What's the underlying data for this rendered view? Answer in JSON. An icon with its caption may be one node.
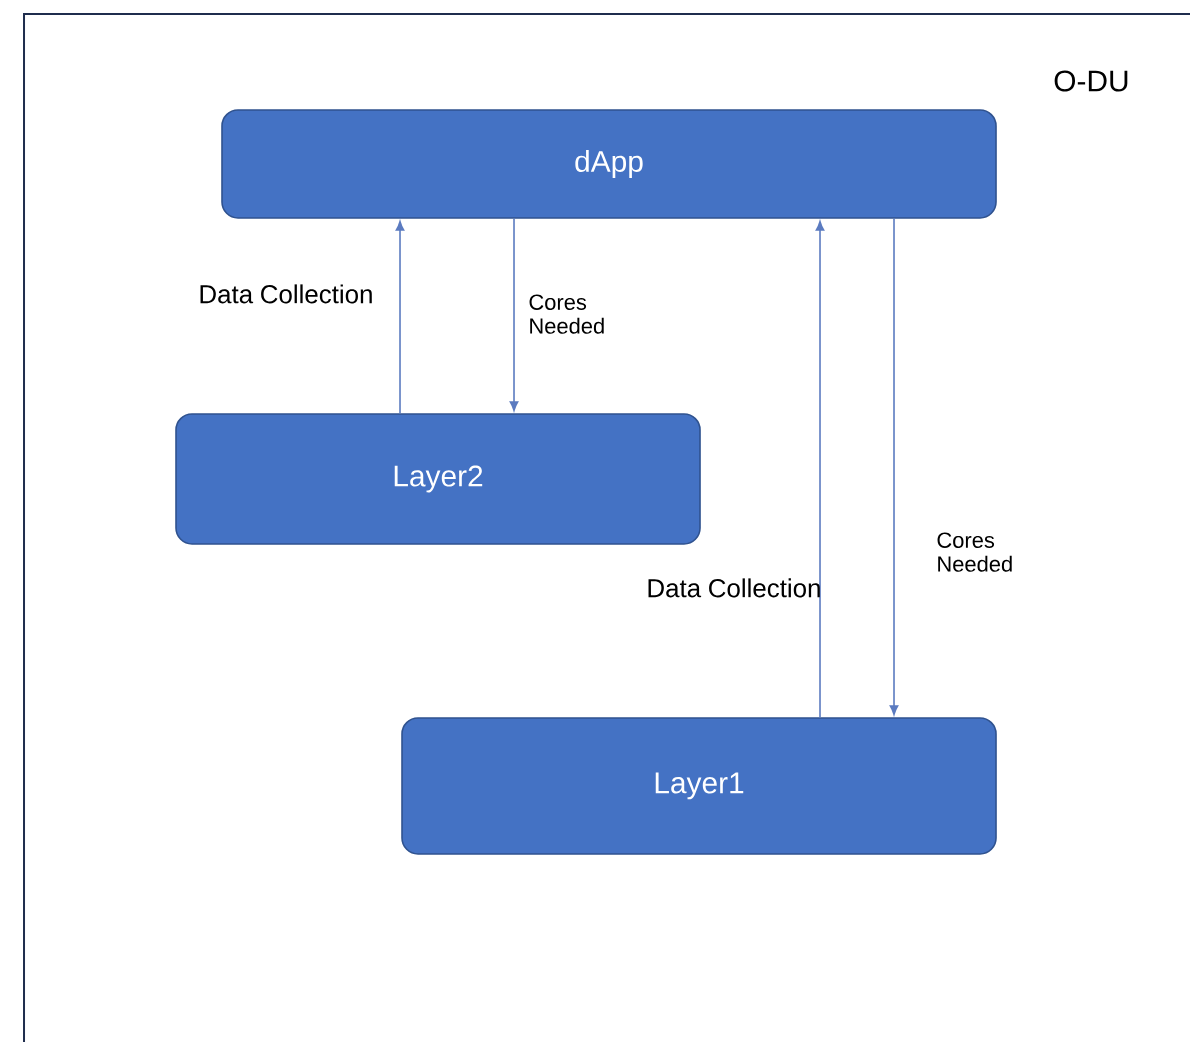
{
  "diagram": {
    "nodes": [
      {
        "text": [
          "O-DU"
        ]
      },
      {
        "text": [
          "dApp"
        ],
        "in": 0
      },
      {
        "text": [
          "Layer2"
        ],
        "in": 0
      },
      {
        "text": [
          "Layer1"
        ],
        "in": 0
      }
    ],
    "edges": [
      {
        "from": 2,
        "to": 1,
        "arrow": "to",
        "label": "Data Collection"
      },
      {
        "from": 1,
        "to": 2,
        "arrow": "to",
        "label": "Cores Needed"
      },
      {
        "from": 3,
        "to": 1,
        "arrow": "to",
        "label": "Data Collection"
      },
      {
        "from": 1,
        "to": 3,
        "arrow": "to",
        "label": "Cores Needed"
      }
    ]
  }
}
